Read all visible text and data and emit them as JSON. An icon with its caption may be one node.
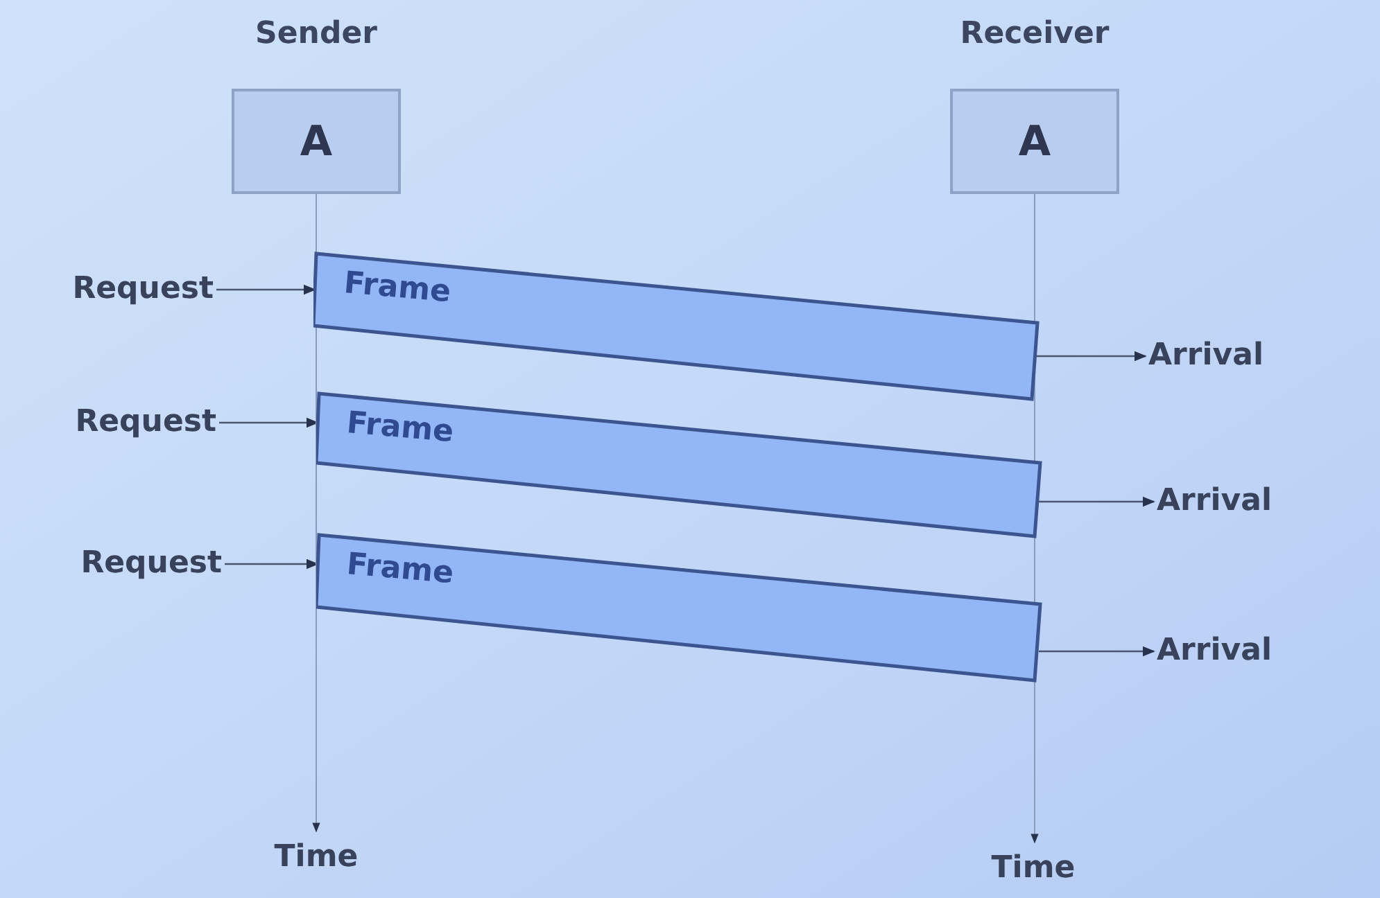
{
  "diagram": {
    "nodes": [
      {
        "text": [
          "Sender",
          "A"
        ]
      },
      {
        "text": [
          "Receiver",
          "A"
        ]
      },
      {
        "text": [
          "Request"
        ]
      },
      {
        "text": [
          "Frame"
        ]
      },
      {
        "text": [
          "Arrival"
        ]
      },
      {
        "text": [
          "Request"
        ]
      },
      {
        "text": [
          "Frame"
        ]
      },
      {
        "text": [
          "Arrival"
        ]
      },
      {
        "text": [
          "Request"
        ]
      },
      {
        "text": [
          "Frame"
        ]
      },
      {
        "text": [
          "Arrival"
        ]
      },
      {
        "text": [
          "Time"
        ]
      },
      {
        "text": [
          "Time"
        ]
      }
    ],
    "edges": [
      {
        "from": 2,
        "to": 3,
        "arrow": "to"
      },
      {
        "from": 3,
        "to": 4,
        "arrow": "to"
      },
      {
        "from": 5,
        "to": 6,
        "arrow": "to"
      },
      {
        "from": 6,
        "to": 7,
        "arrow": "to"
      },
      {
        "from": 8,
        "to": 9,
        "arrow": "to"
      },
      {
        "from": 9,
        "to": 10,
        "arrow": "to"
      },
      {
        "from": 0,
        "to": 11,
        "arrow": "to"
      },
      {
        "from": 1,
        "to": 12,
        "arrow": "to"
      }
    ]
  }
}
